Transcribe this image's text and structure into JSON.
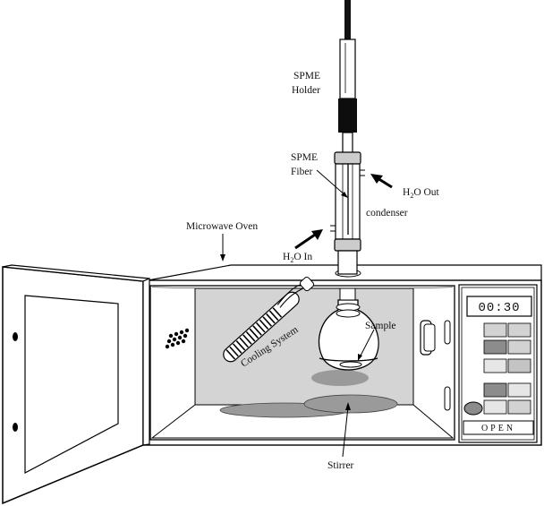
{
  "labels": {
    "spme_holder_line1": "SPME",
    "spme_holder_line2": "Holder",
    "spme_fiber_line1": "SPME",
    "spme_fiber_line2": "Fiber",
    "h2o_out": "H",
    "h2o_out_sub": "2",
    "h2o_out_rest": "O Out",
    "condenser": "condenser",
    "microwave_oven": "Microwave Oven",
    "h2o_in": "H",
    "h2o_in_sub": "2",
    "h2o_in_rest": "O In",
    "cooling_system": "Cooling System",
    "sample": "Sample",
    "stirrer": "Stirrer"
  },
  "control_panel": {
    "display": "00:30",
    "open_label": "OPEN"
  },
  "colors": {
    "cavity_fill": "#d4d4d4",
    "stirrer_fill": "#9a9a9a",
    "button_dark": "#8c8c8c",
    "button_light": "#e6e6e6"
  }
}
